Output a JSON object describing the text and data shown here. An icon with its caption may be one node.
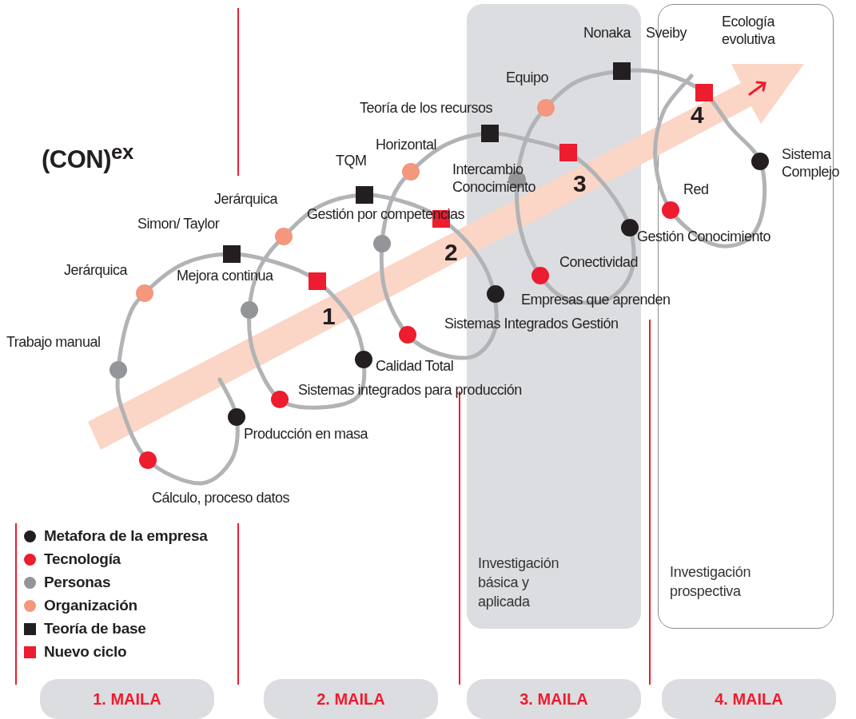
{
  "diagram": {
    "nodes": [
      {
        "text": [
          "Investigación básica y aplicada"
        ]
      },
      {
        "text": [
          "Investigación prospectiva"
        ]
      },
      {
        "text": [
          "1. MAILA"
        ]
      },
      {
        "text": [
          "2. MAILA"
        ]
      },
      {
        "text": [
          "3. MAILA"
        ]
      },
      {
        "text": [
          "4. MAILA"
        ]
      }
    ],
    "edges": [],
    "labels": [
      "Ecología evolutiva",
      "Nonaka",
      "Sveiby",
      "Equipo",
      "4",
      "Teoría de los recursos",
      "(CON)$^{ex}$",
      "Horizontal",
      "Sistema Complejo",
      "TQM",
      "Intercambio Conocimiento",
      "3",
      "Red",
      "Jerárquica",
      "Gestión por competencias",
      "Simon/ Taylor",
      "Gestión Conocimiento",
      "2",
      "Conectividad",
      "Jerárquica",
      "Mejora continua",
      "Empresas que aprenden",
      "1",
      "Sistemas Integrados Gestión",
      "Trabajo manual",
      "Calidad Total",
      "Sistemas integrados para producción",
      "Producción en masa",
      "Cálculo, proceso datos"
    ],
    "legend": [
      {
        "text": "Metafora de la empresa",
        "color": "#231f20"
      },
      {
        "text": "Tecnología",
        "color": "#ed1c2e"
      },
      {
        "text": "Personas",
        "color": "#939598"
      },
      {
        "text": "Organización",
        "color": "#f3977d"
      },
      {
        "text": "Teoría de base",
        "color": "#231f20"
      },
      {
        "text": "Nuevo ciclo",
        "color": "#ed1c2e"
      }
    ]
  }
}
